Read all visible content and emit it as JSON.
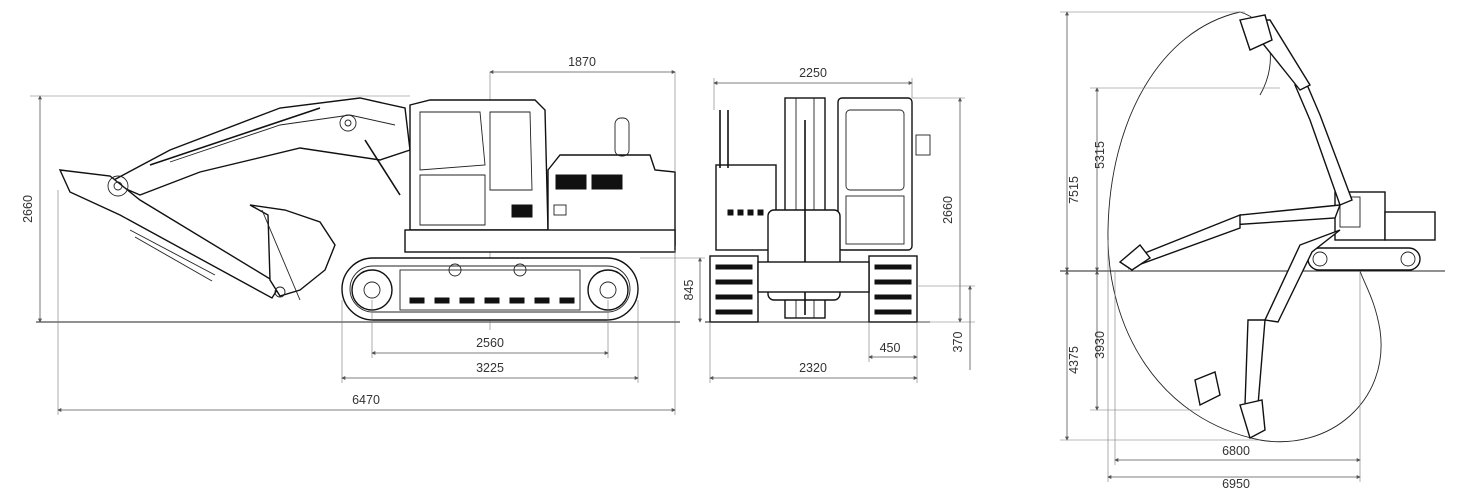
{
  "side_view": {
    "dims": {
      "swing_offset": "1870",
      "height": "2660",
      "track_height": "845",
      "tumbler_distance": "2560",
      "track_length": "3225",
      "overall_length": "6470"
    }
  },
  "front_view": {
    "dims": {
      "upper_width": "2250",
      "height": "2660",
      "shoe_width": "450",
      "ground_clearance": "370",
      "track_width": "2320"
    }
  },
  "range_view": {
    "dims": {
      "max_digging_height": "7515",
      "max_dumping_height": "5315",
      "max_digging_depth": "4375",
      "vertical_wall_depth": "3930",
      "reach_ground": "6800",
      "max_reach": "6950"
    }
  }
}
